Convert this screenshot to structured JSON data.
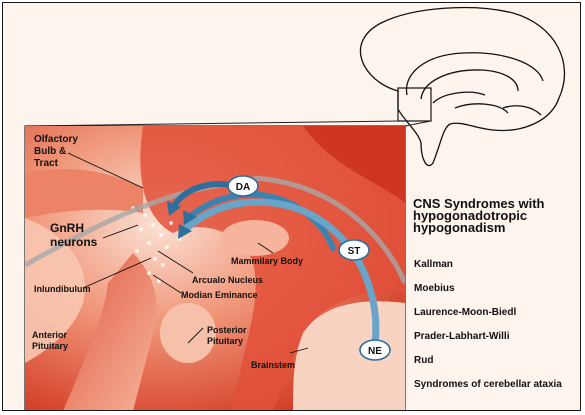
{
  "labels": {
    "olfactory": [
      "Olfactory",
      "Bulb &",
      "Tract"
    ],
    "gnrh": [
      "GnRH",
      "neurons"
    ],
    "inlundibulum": "Inlundibulum",
    "mammilary": "Mammilary Body",
    "arcualo": "Arcualo Nucleus",
    "modian": "Modian Eminance",
    "anterior": [
      "Anterior",
      "Pituitary"
    ],
    "posterior": [
      "Posterior",
      "Pituitary"
    ],
    "brainstem": "Brainstem"
  },
  "pathways": [
    {
      "label": "DA",
      "color": "#4a8fb8"
    },
    {
      "label": "ST",
      "color": "#4a8fb8"
    },
    {
      "label": "NE",
      "color": "#4a8fb8"
    }
  ],
  "panel": {
    "title_lines": [
      "CNS Syndromes with",
      "hypogonadotropic",
      "hypogonadism"
    ],
    "syndromes": [
      "Kallman",
      "Moebius",
      "Laurence-Moon-Biedl",
      "Prader-Labhart-Willi",
      "Rud",
      "Syndromes of cerebellar ataxia"
    ]
  },
  "colors": {
    "tissue_light": "#f4b9a2",
    "tissue_dark": "#d8432c",
    "arrow": "#4a8fb8",
    "background": "#fdf4ee"
  }
}
